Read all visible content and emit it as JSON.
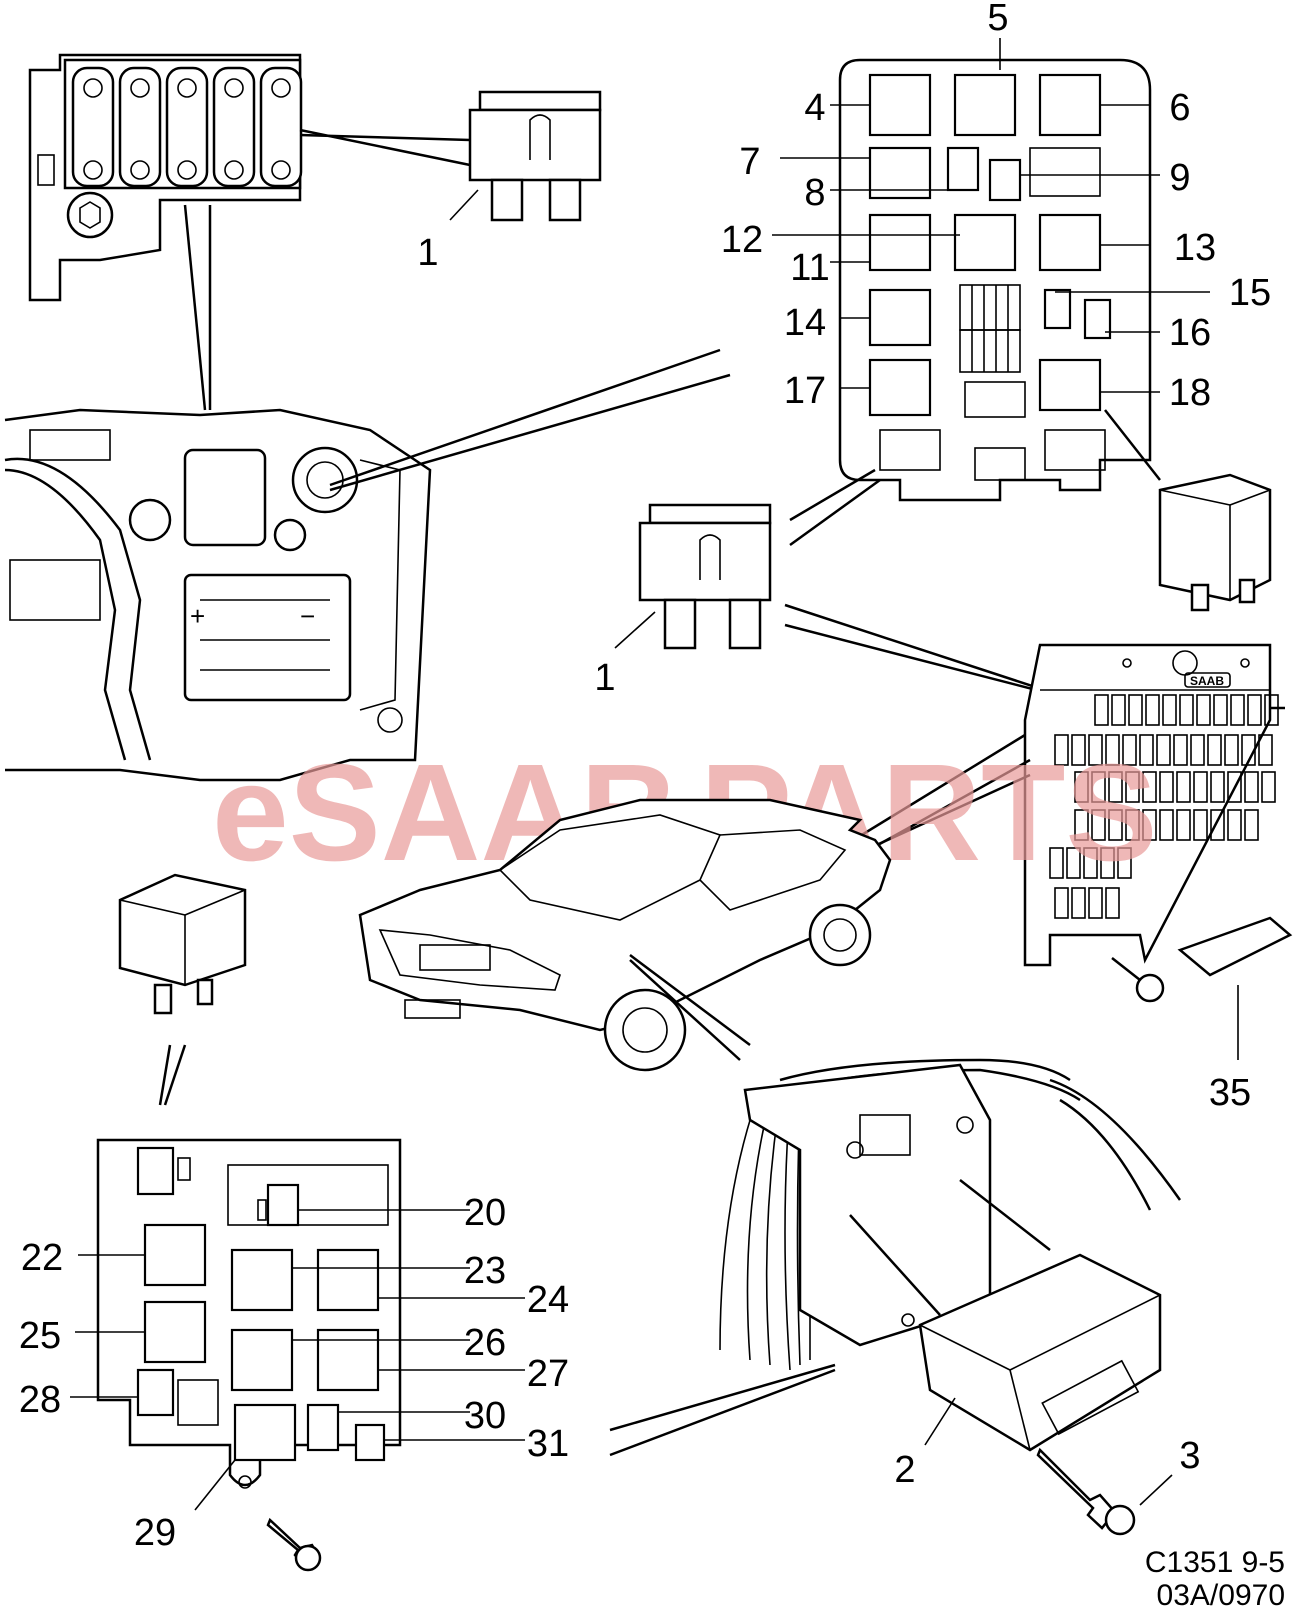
{
  "diagram": {
    "callouts": {
      "c1a": "1",
      "c1b": "1",
      "c2": "2",
      "c3": "3",
      "c4": "4",
      "c5": "5",
      "c6": "6",
      "c7": "7",
      "c8": "8",
      "c9": "9",
      "c11": "11",
      "c12": "12",
      "c13": "13",
      "c14": "14",
      "c15": "15",
      "c16": "16",
      "c17": "17",
      "c18": "18",
      "c20": "20",
      "c22": "22",
      "c23": "23",
      "c24": "24",
      "c25": "25",
      "c26": "26",
      "c27": "27",
      "c28": "28",
      "c29": "29",
      "c30": "30",
      "c31": "31",
      "c35": "35"
    },
    "watermark": {
      "prefix": "eSAAB",
      "suffix": "PARTS"
    },
    "badge": "SAAB",
    "reference": {
      "code": "C1351 9-5",
      "date": "03A/0970"
    }
  }
}
